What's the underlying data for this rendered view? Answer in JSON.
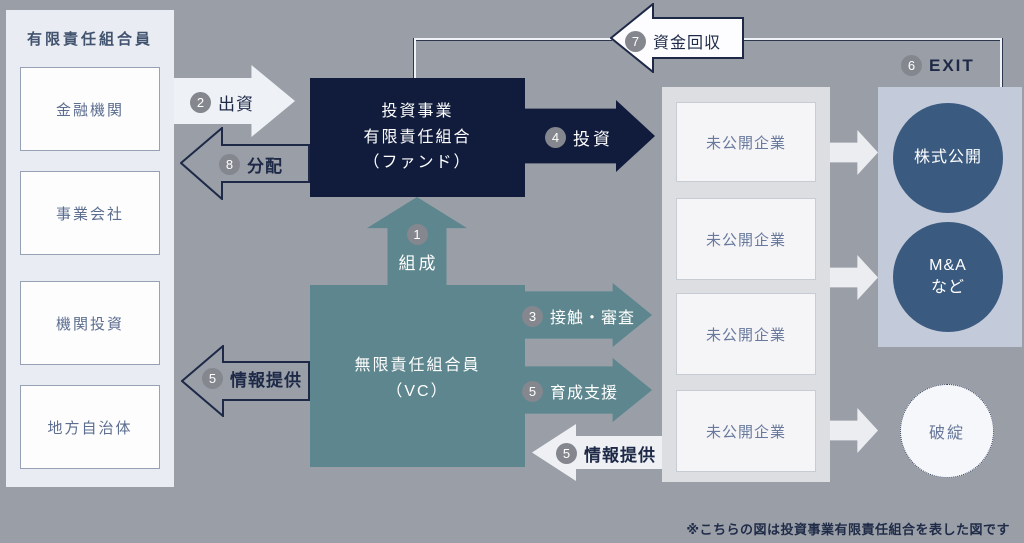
{
  "colors": {
    "background": "#999ea7",
    "navy": "#111c3d",
    "teal": "#5d868e",
    "lp_panel": "#e9edf3",
    "portfolio_panel": "#dcdee1",
    "exit_panel": "#c3cad9",
    "exit_circle": "#3b5a80",
    "badge": "#84878e",
    "dark_label": "#1d2946"
  },
  "limited_partners": {
    "title": "有限責任組合員",
    "members": [
      "金融機関",
      "事業会社",
      "機関投資",
      "地方自治体"
    ]
  },
  "fund": {
    "line1": "投資事業",
    "line2": "有限責任組合",
    "line3": "（ファンド）"
  },
  "general_partner": {
    "line1": "無限責任組合員",
    "line2": "（VC）"
  },
  "flows": {
    "formation": {
      "num": "1",
      "label": "組成"
    },
    "contribution": {
      "num": "2",
      "label": "出資"
    },
    "contact_screening": {
      "num": "3",
      "label": "接触・審査"
    },
    "investment": {
      "num": "4",
      "label": "投資"
    },
    "support": {
      "num": "5",
      "label": "育成支援"
    },
    "info_left": {
      "num": "5",
      "label": "情報提供"
    },
    "info_right": {
      "num": "5",
      "label": "情報提供"
    },
    "exit": {
      "num": "6",
      "label": "EXIT"
    },
    "recovery": {
      "num": "7",
      "label": "資金回収"
    },
    "distribution": {
      "num": "8",
      "label": "分配"
    }
  },
  "portfolio": {
    "companies": [
      "未公開企業",
      "未公開企業",
      "未公開企業",
      "未公開企業"
    ]
  },
  "exit_outcomes": {
    "ipo": "株式公開",
    "ma_line1": "M&A",
    "ma_line2": "など",
    "bankruptcy": "破綻"
  },
  "note": "※こちらの図は投資事業有限責任組合を表した図です"
}
